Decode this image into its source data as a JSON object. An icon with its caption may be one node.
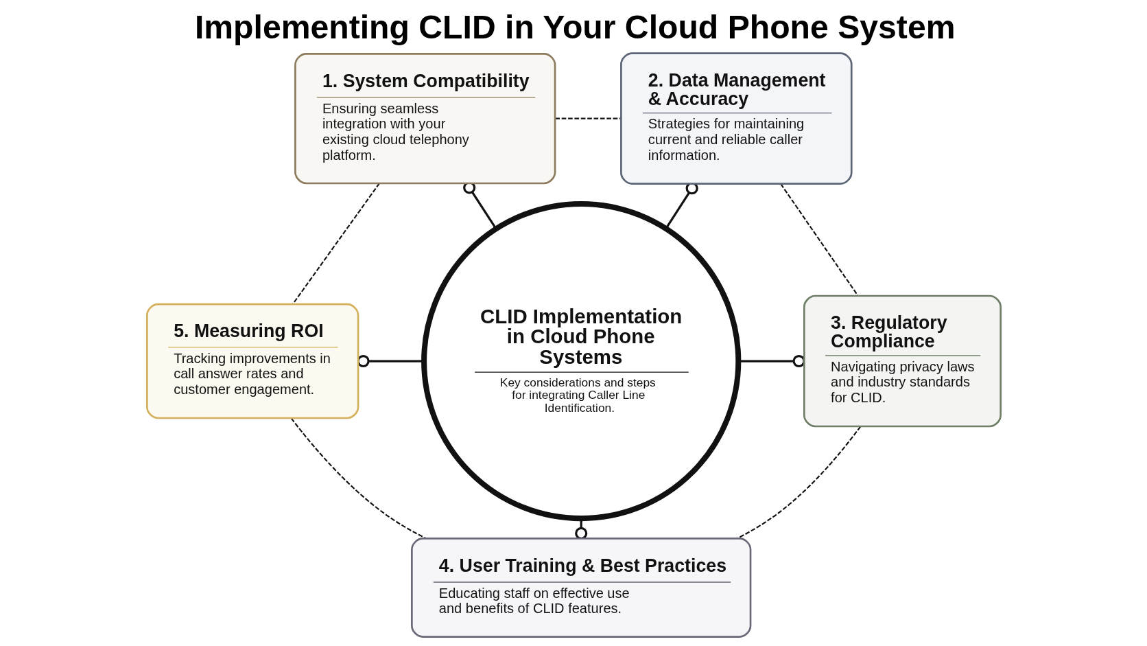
{
  "diagram": {
    "title": "Implementing CLID in Your Cloud Phone System",
    "nodes": [
      {
        "text": [
          "CLID Implementation in Cloud Phone Systems",
          "Key considerations and steps for integrating Caller Line Identification."
        ]
      },
      {
        "text": [
          "1. System Compatibility",
          "Ensuring seamless integration with your existing cloud telephony platform."
        ]
      },
      {
        "text": [
          "2. Data Management & Accuracy",
          "Strategies for maintaining current and reliable caller information."
        ]
      },
      {
        "text": [
          "3. Regulatory Compliance",
          "Navigating privacy laws and industry standards for CLID."
        ]
      },
      {
        "text": [
          "4. User Training & Best Practices",
          "Educating staff on effective use and benefits of CLID features."
        ]
      },
      {
        "text": [
          "5. Measuring ROI",
          "Tracking improvements in call answer rates and customer engagement."
        ]
      }
    ],
    "edges": [
      {
        "from": 0,
        "to": 1,
        "arrow": "other"
      },
      {
        "from": 0,
        "to": 2,
        "arrow": "other"
      },
      {
        "from": 0,
        "to": 3,
        "arrow": "other"
      },
      {
        "from": 0,
        "to": 4,
        "arrow": "other"
      },
      {
        "from": 0,
        "to": 5,
        "arrow": "other"
      },
      {
        "from": 1,
        "to": 2,
        "arrow": "none",
        "style": "dashed"
      },
      {
        "from": 2,
        "to": 3,
        "arrow": "none",
        "style": "dashed"
      },
      {
        "from": 3,
        "to": 4,
        "arrow": "none",
        "style": "dashed"
      },
      {
        "from": 4,
        "to": 5,
        "arrow": "none",
        "style": "dashed"
      },
      {
        "from": 5,
        "to": 1,
        "arrow": "none",
        "style": "dashed"
      }
    ]
  }
}
